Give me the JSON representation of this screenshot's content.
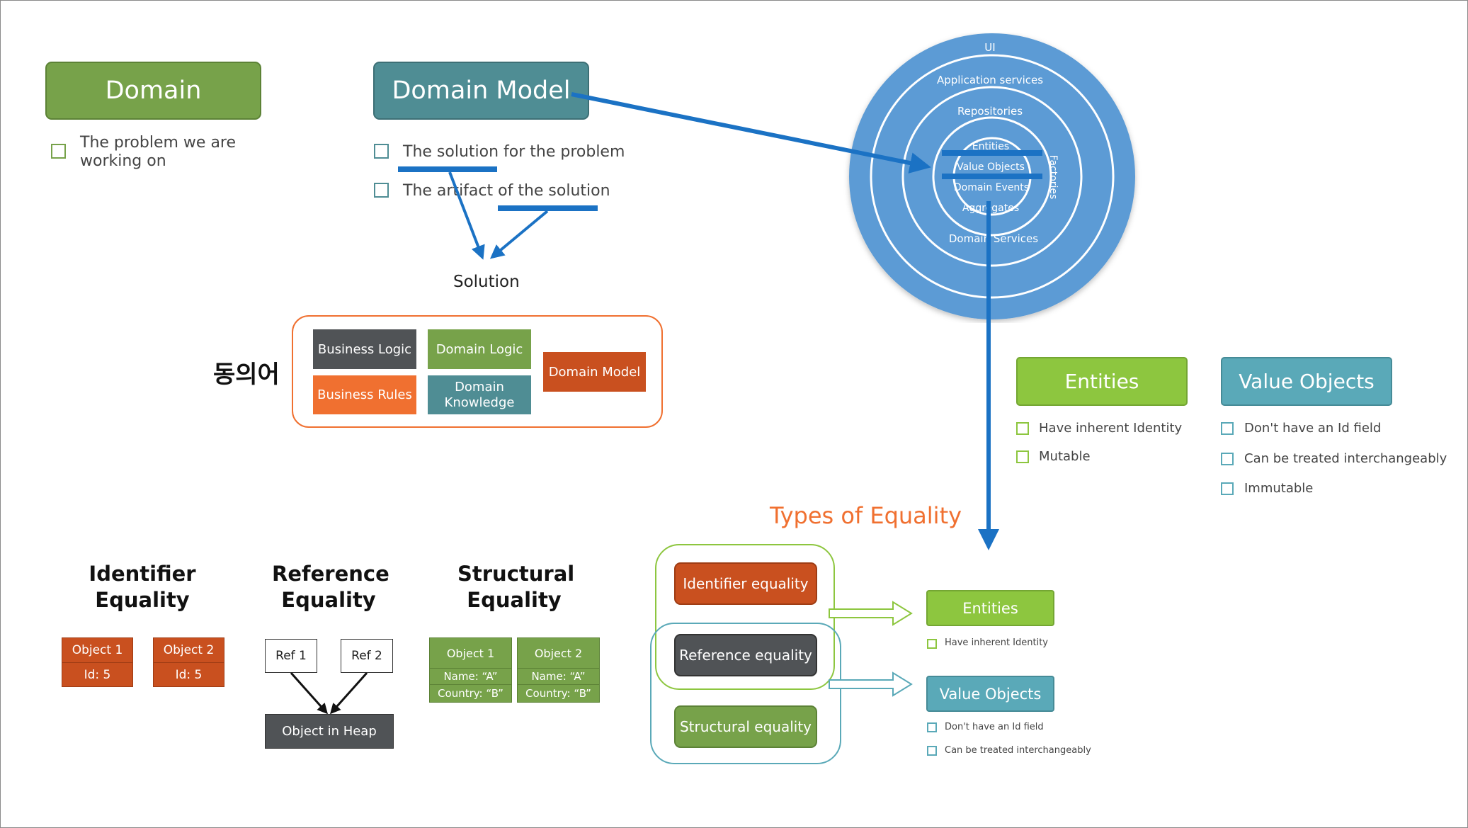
{
  "colors": {
    "green": "#77a24a",
    "teal": "#4f8d94",
    "orange_red": "#c9501f",
    "orange": "#f07030",
    "dark_gray": "#505356",
    "lime": "#8dc63f",
    "light_teal": "#5aa9b8",
    "blue_arrow": "#1b72c4",
    "circle_blue": "#5b9bd5",
    "orange_text": "#f07030"
  },
  "domain": {
    "title": "Domain",
    "item": "The problem we are working on"
  },
  "domain_model": {
    "title": "Domain Model",
    "items": [
      "The solution for the problem",
      "The artifact of the solution"
    ],
    "solution_label": "Solution"
  },
  "synonyms": {
    "label": "동의어",
    "boxes": {
      "business_logic": "Business Logic",
      "domain_logic": "Domain Logic",
      "business_rules": "Business Rules",
      "domain_knowledge": "Domain Knowledge",
      "domain_model": "Domain Model"
    }
  },
  "onion": {
    "ui": "UI",
    "application_services": "Application services",
    "repositories": "Repositories",
    "entities": "Entities",
    "value_objects": "Value Objects",
    "domain_events": "Domain Events",
    "aggregates": "Aggregates",
    "domain_services": "Domain Services",
    "factories": "Factories"
  },
  "entities_card": {
    "title": "Entities",
    "items": [
      "Have inherent Identity",
      "Mutable"
    ]
  },
  "value_objects_card": {
    "title": "Value Objects",
    "items": [
      "Don't have an Id field",
      "Can be treated interchangeably",
      "Immutable"
    ]
  },
  "equality_types": {
    "title": "Types of Equality",
    "identifier": "Identifier equality",
    "reference": "Reference equality",
    "structural": "Structural equality",
    "entities": {
      "title": "Entities",
      "items": [
        "Have inherent Identity"
      ]
    },
    "value_objects": {
      "title": "Value Objects",
      "items": [
        "Don't have an Id field",
        "Can be treated interchangeably"
      ]
    }
  },
  "identifier_equality": {
    "title": "Identifier Equality",
    "objects": [
      {
        "name": "Object 1",
        "id": "Id: 5"
      },
      {
        "name": "Object 2",
        "id": "Id: 5"
      }
    ]
  },
  "reference_equality": {
    "title": "Reference Equality",
    "ref1": "Ref 1",
    "ref2": "Ref 2",
    "heap": "Object in Heap"
  },
  "structural_equality": {
    "title": "Structural Equality",
    "objects": [
      {
        "name": "Object 1",
        "field1": "Name: “A”",
        "field2": "Country: “B”"
      },
      {
        "name": "Object 2",
        "field1": "Name: “A”",
        "field2": "Country: “B”"
      }
    ]
  }
}
